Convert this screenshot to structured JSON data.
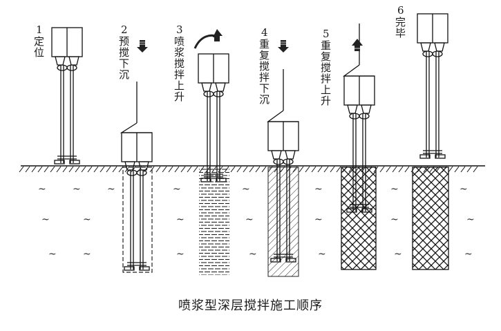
{
  "steps": [
    {
      "num": "1",
      "label": "定位"
    },
    {
      "num": "2",
      "label": "预搅下沉"
    },
    {
      "num": "3",
      "label": "喷浆搅拌上升"
    },
    {
      "num": "4",
      "label": "重复搅拌下沉"
    },
    {
      "num": "5",
      "label": "重复搅拌上升"
    },
    {
      "num": "6",
      "label": "完毕"
    }
  ],
  "caption": "喷浆型深层搅拌施工顺序",
  "icons": {
    "down_arrow": "arrow-down-icon",
    "up_arrow": "arrow-up-icon",
    "lift_curve": "curved-lift-arrow-icon",
    "soil": "soil-tilde-icon",
    "ground": "ground-hatch-icon"
  }
}
